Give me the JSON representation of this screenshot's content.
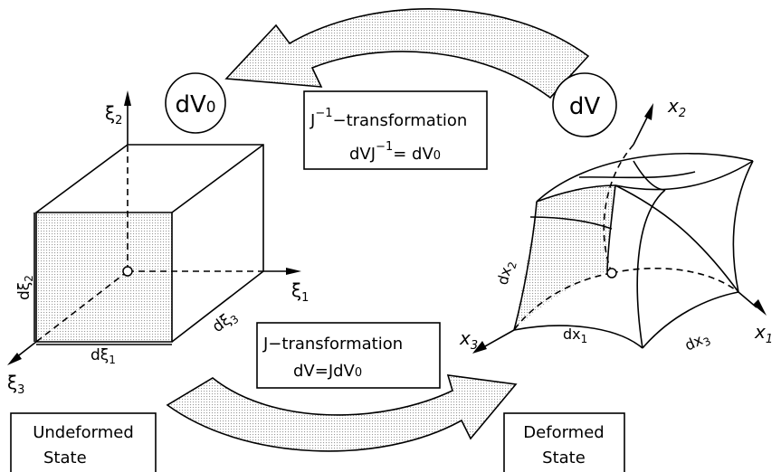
{
  "top_transform": {
    "prefix": "J",
    "exponent": "−1",
    "suffix": "−transformation",
    "eq_lhs": "dVJ",
    "eq_exp": "−1",
    "eq_rhs": "=  dV",
    "eq_sub": "0"
  },
  "bottom_transform": {
    "line1": "J−transformation",
    "line2": "dV=JdV",
    "line2_sub": "0"
  },
  "circles": {
    "left": {
      "base": "dV",
      "sub": "0"
    },
    "right": {
      "base": "dV"
    }
  },
  "undeformed": {
    "caption_line1": "Undeformed",
    "caption_line2": "State",
    "axis_xi1": {
      "base": "ξ",
      "sub": "1"
    },
    "axis_xi2": {
      "base": "ξ",
      "sub": "2"
    },
    "axis_xi3": {
      "base": "ξ",
      "sub": "3"
    },
    "edge_dxi1": {
      "base": "dξ",
      "sub": "1"
    },
    "edge_dxi2": {
      "base": "dξ",
      "sub": "2"
    },
    "edge_dxi3": {
      "base": "dξ",
      "sub": "3"
    }
  },
  "deformed": {
    "caption_line1": "Deformed",
    "caption_line2": "State",
    "axis_x1": {
      "base": "x",
      "sub": "1"
    },
    "axis_x2": {
      "base": "x",
      "sub": "2"
    },
    "axis_x3": {
      "base": "x",
      "sub": "3"
    },
    "edge_dx1": {
      "base": "dx",
      "sub": "1"
    },
    "edge_dx2": {
      "base": "dx",
      "sub": "2"
    },
    "edge_dx3": {
      "base": "dx",
      "sub": "3"
    }
  },
  "colors": {
    "stroke": "#000000",
    "shade": "#e4e4e4",
    "background": "#ffffff"
  }
}
